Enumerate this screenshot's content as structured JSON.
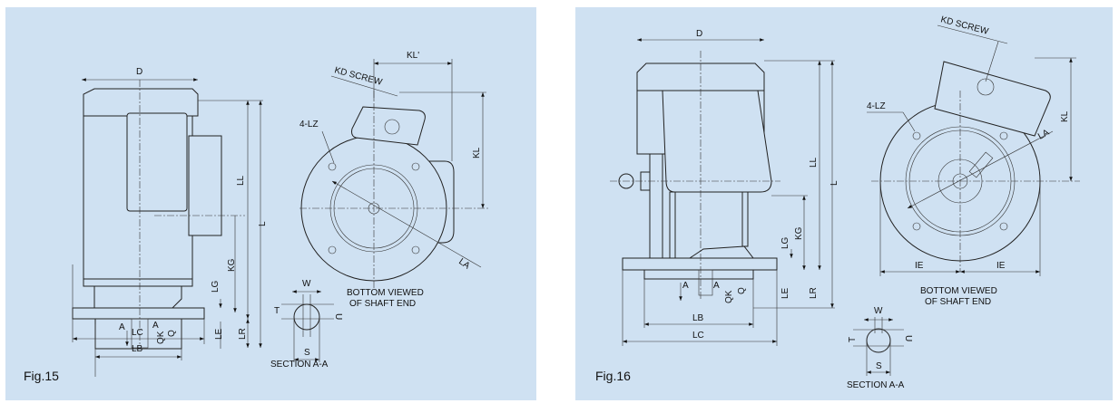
{
  "figures": [
    {
      "caption": "Fig.15",
      "dims": {
        "D": "D",
        "L": "L",
        "LL": "LL",
        "KG": "KG",
        "LG": "LG",
        "LE": "LE",
        "LR": "LR",
        "LB": "LB",
        "LC": "LC",
        "A1": "A",
        "A2": "A",
        "QK": "QK",
        "Q": "Q",
        "KL": "KL",
        "KLp": "KL'",
        "LA": "LA",
        "LZ": "4-LZ",
        "KD": "KD SCREW",
        "W": "W",
        "T": "T",
        "U": "U",
        "S": "S"
      },
      "view_label_1": "BOTTOM VIEWED",
      "view_label_2": "OF SHAFT END",
      "section_label": "SECTION A-A"
    },
    {
      "caption": "Fig.16",
      "dims": {
        "D": "D",
        "L": "L",
        "LL": "LL",
        "KG": "KG",
        "LG": "LG",
        "LE": "LE",
        "LR": "LR",
        "LB": "LB",
        "LC": "LC",
        "A1": "A",
        "A2": "A",
        "QK": "QK",
        "Q": "Q",
        "KL": "KL",
        "LA": "LA",
        "LZ": "4-LZ",
        "KD": "KD SCREW",
        "IE1": "IE",
        "IE2": "IE",
        "W": "W",
        "T": "T",
        "U": "U",
        "S": "S"
      },
      "view_label_1": "BOTTOM VIEWED",
      "view_label_2": "OF SHAFT END",
      "section_label": "SECTION A-A"
    }
  ]
}
